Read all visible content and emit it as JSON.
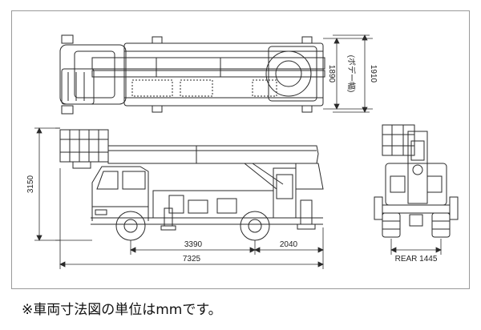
{
  "diagram": {
    "dimensions": {
      "top_width_body": "1890",
      "top_width_body_note": "(ボデー幅)",
      "top_width_total": "1910",
      "height": "3150",
      "wheelbase": "3390",
      "rear_overhang": "2040",
      "overall_length": "7325",
      "rear_tread": "REAR 1445"
    }
  },
  "footnote": "※車両寸法図の単位はmmです。",
  "colors": {
    "line": "#2a2a2a",
    "frame_border": "#9a9a9a",
    "background": "#ffffff"
  }
}
